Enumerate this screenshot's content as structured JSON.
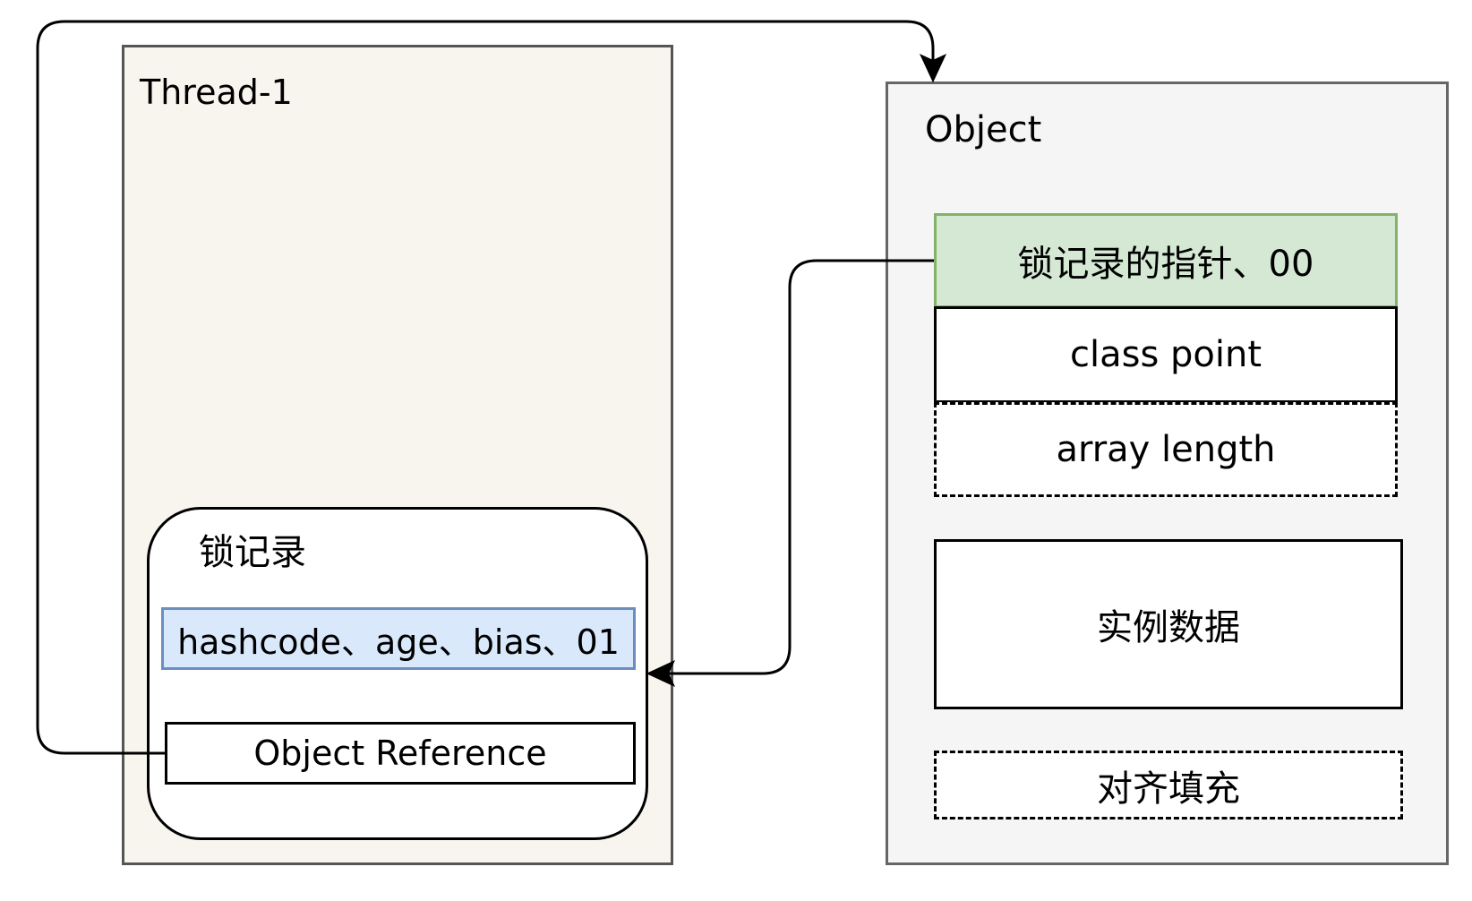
{
  "thread": {
    "title": "Thread-1",
    "lock_record": {
      "title": "锁记录",
      "displaced_mark_word": "hashcode、age、bias、01",
      "object_reference": "Object Reference"
    }
  },
  "object": {
    "title": "Object",
    "mark_word": "锁记录的指针、00",
    "class_point": "class point",
    "array_length": "array length",
    "instance_data": "实例数据",
    "padding": "对齐填充"
  },
  "colors": {
    "thread_fill": "#f7f5ee",
    "object_fill": "#f5f5f5",
    "mark_word_fill": "#d5e8d4",
    "mark_word_border": "#82b366",
    "displaced_fill": "#dae8fc",
    "displaced_border": "#6c8ebf"
  }
}
